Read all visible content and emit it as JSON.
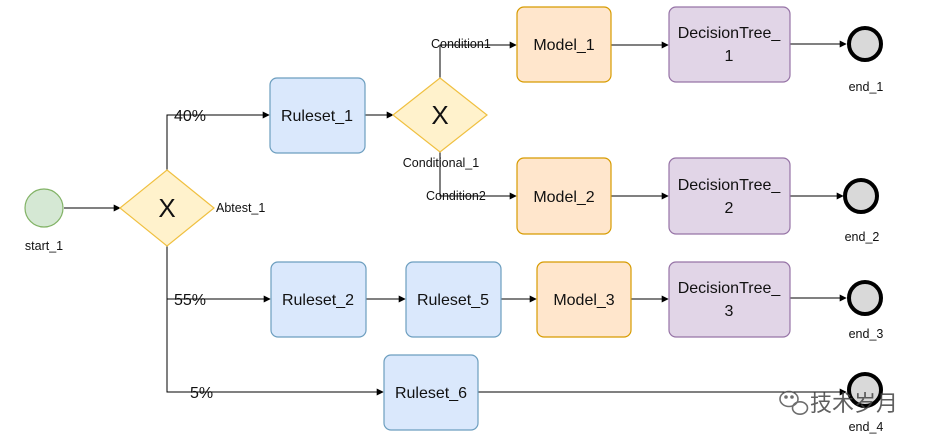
{
  "nodes": {
    "start": "start_1",
    "abtest": {
      "symbol": "X",
      "label": "Abtest_1"
    },
    "conditional": {
      "symbol": "X",
      "label": "Conditional_1"
    },
    "ruleset_1": "Ruleset_1",
    "ruleset_2": "Ruleset_2",
    "ruleset_5": "Ruleset_5",
    "ruleset_6": "Ruleset_6",
    "model_1": "Model_1",
    "model_2": "Model_2",
    "model_3": "Model_3",
    "decision_tree_1": {
      "line1": "DecisionTree_",
      "line2": "1"
    },
    "decision_tree_2": {
      "line1": "DecisionTree_",
      "line2": "2"
    },
    "decision_tree_3": {
      "line1": "DecisionTree_",
      "line2": "3"
    },
    "end_1": "end_1",
    "end_2": "end_2",
    "end_3": "end_3",
    "end_4": "end_4"
  },
  "edges": {
    "split_40": "40%",
    "split_55": "55%",
    "split_5": "5%",
    "condition_1": "Condition1",
    "condition_2": "Condition2"
  },
  "watermark": "技术岁月",
  "colors": {
    "start_fill": "#d5e8d4",
    "start_stroke": "#82b366",
    "gateway_fill": "#fff2cc",
    "gateway_stroke": "#f0c040",
    "ruleset_fill": "#dae8fc",
    "ruleset_stroke": "#6c9ebf",
    "model_fill": "#ffe6cc",
    "model_stroke": "#d79b00",
    "tree_fill": "#e1d5e7",
    "tree_stroke": "#9673a6",
    "end_fill": "#d9d9d9"
  }
}
